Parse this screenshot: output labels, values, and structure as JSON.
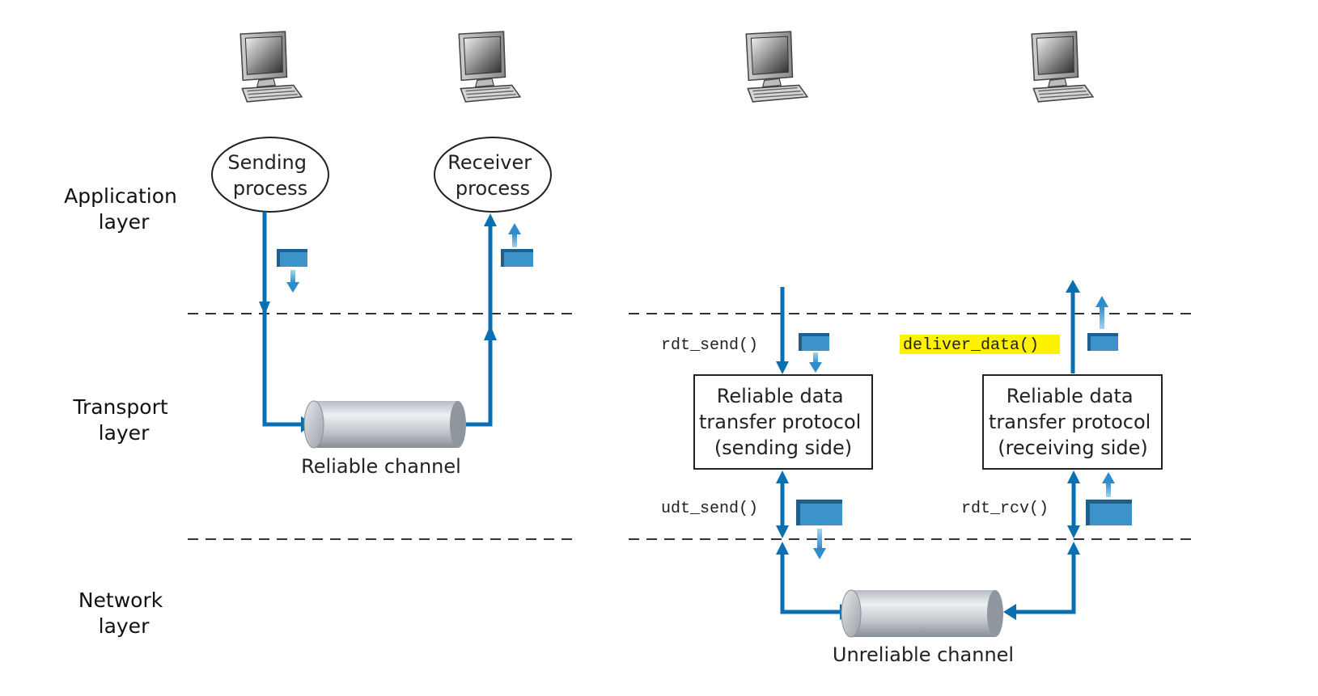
{
  "layers": {
    "application": [
      "Application",
      "layer"
    ],
    "transport": [
      "Transport",
      "layer"
    ],
    "network": [
      "Network",
      "layer"
    ]
  },
  "left": {
    "sending_process": [
      "Sending",
      "process"
    ],
    "receiver_process": [
      "Receiver",
      "process"
    ],
    "channel_label": "Reliable channel"
  },
  "right": {
    "sender_box": [
      "Reliable data",
      "transfer protocol",
      "(sending side)"
    ],
    "receiver_box": [
      "Reliable data",
      "transfer protocol",
      "(receiving side)"
    ],
    "channel_label": "Unreliable channel",
    "rdt_send": "rdt_send()",
    "udt_send": "udt_send()",
    "deliver_data": "deliver_data()",
    "rdt_rcv": "rdt_rcv()"
  },
  "colors": {
    "arrow": "#0a6fb0",
    "packet": "#3d93c9",
    "packet_dark": "#1f5f8c",
    "highlight": "#fff200",
    "dashes": "#333333"
  },
  "icons": [
    "computer-icon",
    "computer-icon",
    "computer-icon",
    "computer-icon"
  ]
}
